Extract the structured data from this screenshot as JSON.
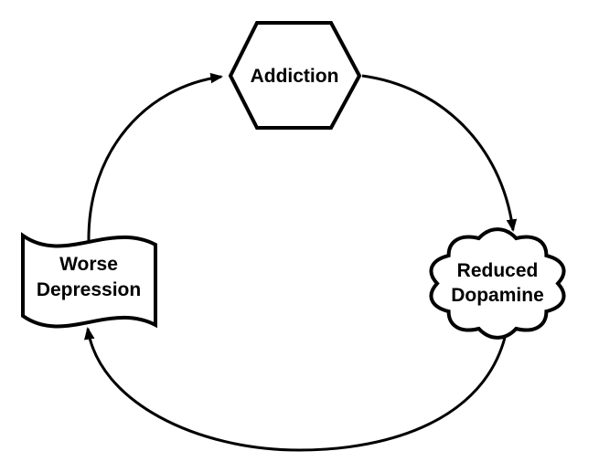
{
  "diagram": {
    "type": "cycle",
    "background_color": "#ffffff",
    "line_color": "#000000",
    "text_color": "#000000",
    "nodes": [
      {
        "id": "addiction",
        "shape": "hexagon",
        "label": "Addiction",
        "lines": [
          "Addiction"
        ]
      },
      {
        "id": "reduced-dopamine",
        "shape": "cloud",
        "label": "Reduced Dopamine",
        "lines": [
          "Reduced",
          "Dopamine"
        ]
      },
      {
        "id": "worse-depression",
        "shape": "wave-flag",
        "label": "Worse Depression",
        "lines": [
          "Worse",
          "Depression"
        ]
      }
    ],
    "edges": [
      {
        "from": "Worse Depression",
        "to": "Addiction"
      },
      {
        "from": "Addiction",
        "to": "Reduced Dopamine"
      },
      {
        "from": "Reduced Dopamine",
        "to": "Worse Depression"
      }
    ]
  }
}
